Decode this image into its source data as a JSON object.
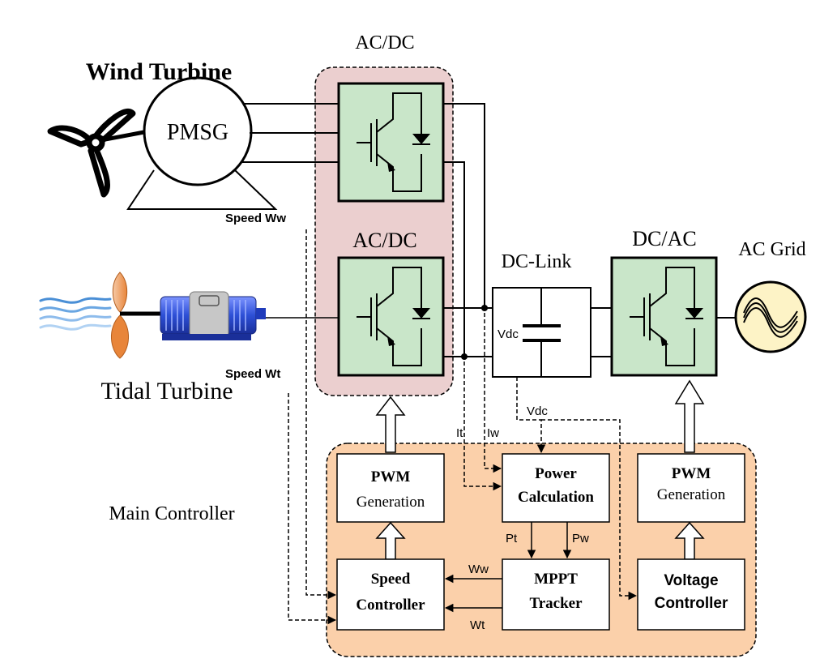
{
  "labels": {
    "wind_turbine": "Wind Turbine",
    "pmsg": "PMSG",
    "speed_ww": "Speed Ww",
    "tidal_turbine": "Tidal Turbine",
    "speed_wt": "Speed Wt",
    "acdc_top": "AC/DC",
    "acdc_mid": "AC/DC",
    "dc_link": "DC-Link",
    "vdc_cap": "Vdc",
    "vdc_signal": "Vdc",
    "dcac": "DC/AC",
    "ac_grid": "AC Grid",
    "it": "It",
    "iw": "Iw",
    "main_controller": "Main Controller"
  },
  "blocks": {
    "pwm_left": [
      "PWM",
      "Generation"
    ],
    "power_calc": [
      "Power",
      "Calculation"
    ],
    "pwm_right": [
      "PWM",
      "Generation"
    ],
    "speed_ctrl": [
      "Speed",
      "Controller"
    ],
    "mppt": [
      "MPPT",
      "Tracker"
    ],
    "voltage_ctrl": [
      "Voltage",
      "Controller"
    ]
  },
  "signals": {
    "pt": "Pt",
    "pw": "Pw",
    "ww": "Ww",
    "wt": "Wt"
  },
  "colors": {
    "converter_fill": "#c9e6c9",
    "acdc_group_fill": "#ebcfcf",
    "controller_fill": "#fbd0aa",
    "tidal_blade": "#e8853a",
    "motor_blue": "#2d4fd6",
    "grid_circle": "#fdf3c6"
  }
}
